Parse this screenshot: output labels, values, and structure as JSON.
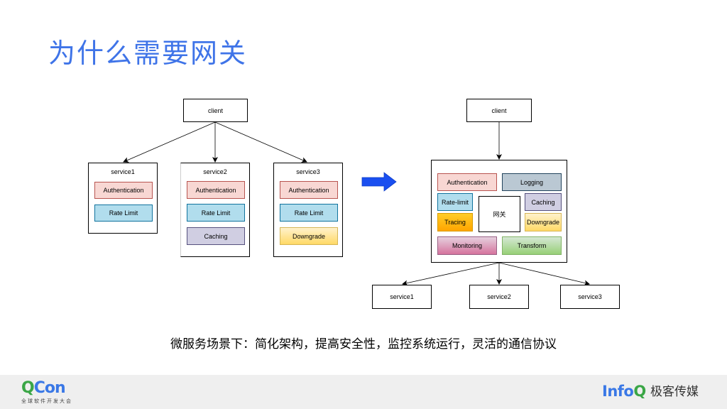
{
  "slide": {
    "title": "为什么需要网关",
    "caption": "微服务场景下：简化架构，提高安全性，监控系统运行，灵活的通信协议"
  },
  "before": {
    "client_label": "client",
    "services": [
      {
        "name": "service1",
        "chips": [
          {
            "label": "Authentication",
            "type": "auth"
          },
          {
            "label": "Rate Limit",
            "type": "rate"
          }
        ]
      },
      {
        "name": "service2",
        "chips": [
          {
            "label": "Authentication",
            "type": "auth"
          },
          {
            "label": "Rate Limit",
            "type": "rate"
          },
          {
            "label": "Caching",
            "type": "cache"
          }
        ]
      },
      {
        "name": "service3",
        "chips": [
          {
            "label": "Authentication",
            "type": "auth"
          },
          {
            "label": "Rate Limit",
            "type": "rate"
          },
          {
            "label": "Downgrade",
            "type": "down"
          }
        ]
      }
    ]
  },
  "after": {
    "client_label": "client",
    "gateway_label": "网关",
    "features": {
      "authentication": "Authentication",
      "logging": "Logging",
      "rate_limit": "Rate-limit",
      "caching": "Caching",
      "tracing": "Tracing",
      "downgrade": "Downgrade",
      "monitoring": "Monitoring",
      "transform": "Transform"
    },
    "services": [
      "service1",
      "service2",
      "service3"
    ]
  },
  "colors": {
    "title": "#3f74e8",
    "arrow": "#1a4ff0"
  },
  "footer": {
    "left_logo": {
      "q": "Q",
      "rest": "Con",
      "subtitle": "全球软件开发大会"
    },
    "right_logo": {
      "brand": "Info",
      "q": "Q",
      "name": "极客传媒"
    }
  }
}
